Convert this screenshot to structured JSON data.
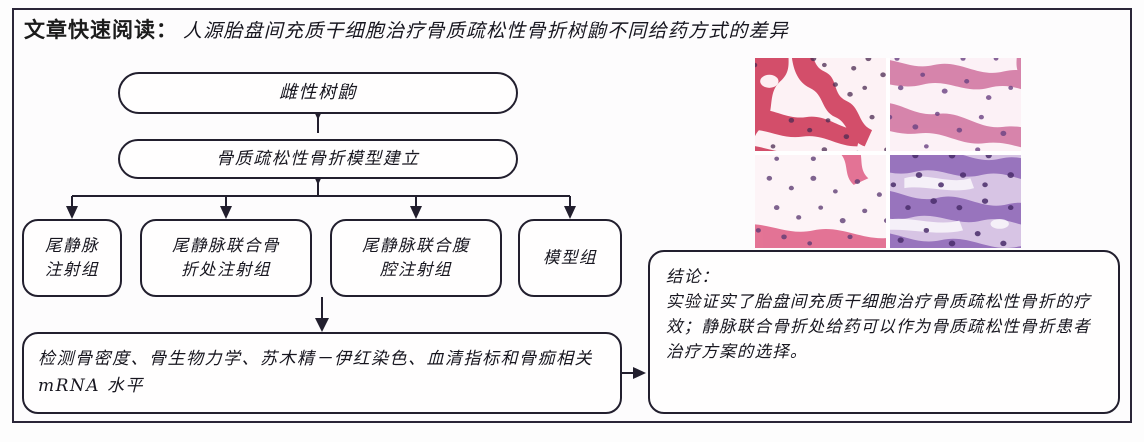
{
  "figure": {
    "title_label": "文章快速阅读",
    "title_colon": "：",
    "title_text": "人源胎盘间充质干细胞治疗骨质疏松性骨折树鼩不同给药方式的差异",
    "border_color": "#221f2e",
    "background_color": "#fdfcfd"
  },
  "flow": {
    "animal": "雌性树鼩",
    "model": "骨质疏松性骨折模型建立",
    "groups": [
      {
        "line1": "尾静脉",
        "line2": "注射组"
      },
      {
        "line1": "尾静脉联合骨",
        "line2": "折处注射组"
      },
      {
        "line1": "尾静脉联合腹",
        "line2": "腔注射组"
      },
      {
        "line1": "模型组",
        "line2": ""
      }
    ],
    "detection": "检测骨密度、骨生物力学、苏木精－伊红染色、血清指标和骨痂相关 mRNA 水平"
  },
  "conclusion": {
    "label": "结论：",
    "body": "实验证实了胎盘间充质干细胞治疗骨质疏松性骨折的疗效；静脉联合骨折处给药可以作为骨质疏松性骨折患者治疗方案的选择。"
  },
  "histology": {
    "caption": "",
    "panels": [
      {
        "name": "he-stain-panel-top-left",
        "stain": "H&E",
        "tint": "#d9536f"
      },
      {
        "name": "he-stain-panel-top-right",
        "stain": "H&E",
        "tint": "#d874a0"
      },
      {
        "name": "he-stain-panel-bottom-left",
        "stain": "H&E",
        "tint": "#e0738f"
      },
      {
        "name": "he-stain-panel-bottom-right",
        "stain": "H&E",
        "tint": "#8f68b8"
      }
    ]
  }
}
